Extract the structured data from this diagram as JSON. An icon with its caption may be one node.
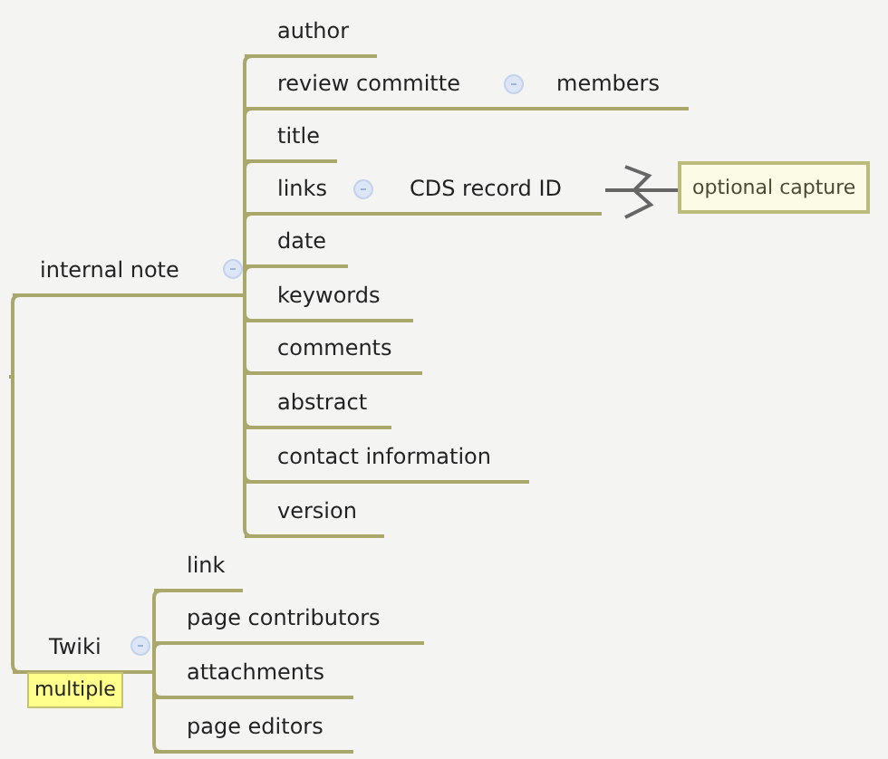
{
  "diagram": {
    "nodes": [
      {
        "text": [
          "internal note"
        ]
      },
      {
        "text": [
          "author"
        ]
      },
      {
        "text": [
          "review committe"
        ]
      },
      {
        "text": [
          "members"
        ]
      },
      {
        "text": [
          "title"
        ]
      },
      {
        "text": [
          "links"
        ]
      },
      {
        "text": [
          "CDS record ID"
        ]
      },
      {
        "text": [
          "optional capture"
        ]
      },
      {
        "text": [
          "date"
        ]
      },
      {
        "text": [
          "keywords"
        ]
      },
      {
        "text": [
          "comments"
        ]
      },
      {
        "text": [
          "abstract"
        ]
      },
      {
        "text": [
          "contact information"
        ]
      },
      {
        "text": [
          "version"
        ]
      },
      {
        "text": [
          "Twiki"
        ],
        "beside": [
          "multiple"
        ]
      },
      {
        "text": [
          "link"
        ]
      },
      {
        "text": [
          "page contributors"
        ]
      },
      {
        "text": [
          "attachments"
        ]
      },
      {
        "text": [
          "page editors"
        ]
      }
    ],
    "edges": [
      {
        "from": null,
        "to": 0,
        "arrow": "none"
      },
      {
        "from": null,
        "to": 14,
        "arrow": "none"
      },
      {
        "from": 0,
        "to": 1,
        "arrow": "none"
      },
      {
        "from": 0,
        "to": 2,
        "arrow": "none"
      },
      {
        "from": 2,
        "to": 3,
        "arrow": "none"
      },
      {
        "from": 0,
        "to": 4,
        "arrow": "none"
      },
      {
        "from": 0,
        "to": 5,
        "arrow": "none"
      },
      {
        "from": 5,
        "to": 6,
        "arrow": "none"
      },
      {
        "from": 6,
        "to": 7,
        "arrow": "none"
      },
      {
        "from": 0,
        "to": 8,
        "arrow": "none"
      },
      {
        "from": 0,
        "to": 9,
        "arrow": "none"
      },
      {
        "from": 0,
        "to": 10,
        "arrow": "none"
      },
      {
        "from": 0,
        "to": 11,
        "arrow": "none"
      },
      {
        "from": 0,
        "to": 12,
        "arrow": "none"
      },
      {
        "from": 0,
        "to": 13,
        "arrow": "none"
      },
      {
        "from": 14,
        "to": 15,
        "arrow": "none"
      },
      {
        "from": 14,
        "to": 16,
        "arrow": "none"
      },
      {
        "from": 14,
        "to": 17,
        "arrow": "none"
      },
      {
        "from": 14,
        "to": 18,
        "arrow": "none"
      }
    ]
  }
}
